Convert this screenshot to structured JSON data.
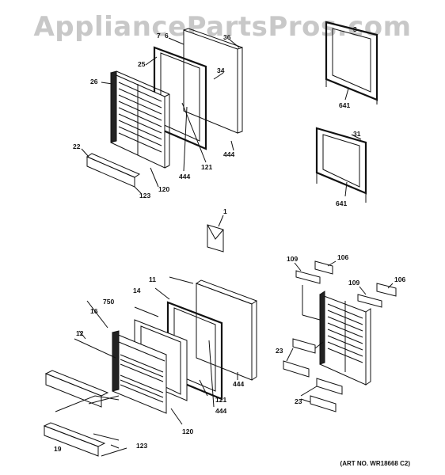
{
  "watermark": "AppliancePartsPros.com",
  "art_number": "(ART NO. WR18668 C2)",
  "labels": {
    "l_7a": "7",
    "l_7b": "6",
    "l_36": "36",
    "l_3": "3",
    "l_25": "25",
    "l_34": "34",
    "l_26": "26",
    "l_641a": "641",
    "l_31": "31",
    "l_22": "22",
    "l_444a": "444",
    "l_121a": "121",
    "l_444b": "444",
    "l_120a": "120",
    "l_123a": "123",
    "l_641b": "641",
    "l_1": "1",
    "l_109a": "109",
    "l_106a": "106",
    "l_109b": "109",
    "l_106b": "106",
    "l_11": "11",
    "l_14": "14",
    "l_750": "750",
    "l_16": "16",
    "l_12": "12",
    "l_23a": "23",
    "l_444c": "444",
    "l_121b": "121",
    "l_444d": "444",
    "l_23b": "23",
    "l_120b": "120",
    "l_19": "19",
    "l_123b": "123"
  }
}
